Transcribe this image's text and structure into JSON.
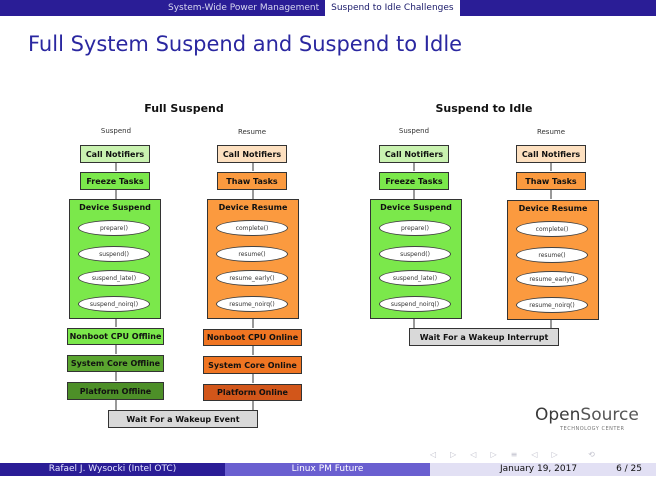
{
  "header": {
    "sections": [
      "System-Wide Power Management",
      "Suspend to Idle Challenges"
    ]
  },
  "slide": {
    "title": "Full System Suspend and Suspend to Idle"
  },
  "diagram": {
    "full": {
      "heading": "Full Suspend",
      "suspend_label": "Suspend",
      "resume_label": "Resume",
      "suspend_steps": [
        "Call Notifiers",
        "Freeze Tasks"
      ],
      "device_suspend": {
        "title": "Device Suspend",
        "phases": [
          "prepare()",
          "suspend()",
          "suspend_late()",
          "suspend_noirq()"
        ]
      },
      "suspend_tail": [
        "Nonboot CPU Offline",
        "System Core Offline",
        "Platform Offline"
      ],
      "resume_steps": [
        "Call Notifiers",
        "Thaw Tasks"
      ],
      "device_resume": {
        "title": "Device Resume",
        "phases": [
          "complete()",
          "resume()",
          "resume_early()",
          "resume_noirq()"
        ]
      },
      "resume_tail": [
        "Nonboot CPU Online",
        "System Core Online",
        "Platform Online"
      ],
      "wait": "Wait For a Wakeup Event"
    },
    "idle": {
      "heading": "Suspend to Idle",
      "suspend_label": "Suspend",
      "resume_label": "Resume",
      "suspend_steps": [
        "Call Notifiers",
        "Freeze Tasks"
      ],
      "device_suspend": {
        "title": "Device Suspend",
        "phases": [
          "prepare()",
          "suspend()",
          "suspend_late()",
          "suspend_noirq()"
        ]
      },
      "resume_steps": [
        "Call Notifiers",
        "Thaw Tasks"
      ],
      "device_resume": {
        "title": "Device Resume",
        "phases": [
          "complete()",
          "resume()",
          "resume_early()",
          "resume_noirq()"
        ]
      },
      "wait": "Wait For a Wakeup Interrupt"
    }
  },
  "logo": {
    "text_a": "Open",
    "text_b": "Source",
    "sub": "TECHNOLOGY CENTER"
  },
  "footer": {
    "author": "Rafael J. Wysocki  (Intel OTC)",
    "talk": "Linux PM Future",
    "date": "January 19, 2017",
    "page": "6 / 25"
  }
}
